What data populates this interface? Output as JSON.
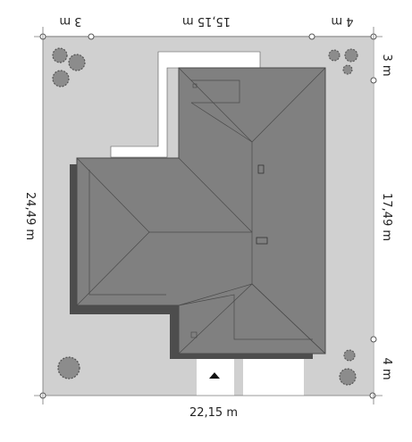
{
  "plan": {
    "dimensions": {
      "top_left_segment": "3 m",
      "top_middle_segment": "15,15 m",
      "top_right_segment": "4 m",
      "bottom_total": "22,15 m",
      "left_total": "24,49 m",
      "right_top_segment": "3 m",
      "right_middle_segment": "17,49 m",
      "right_bottom_segment": "4 m"
    },
    "entrance_marker": "entrance-arrow-icon",
    "trees": [
      "tree-icon",
      "tree-icon",
      "tree-icon",
      "tree-icon",
      "tree-icon",
      "tree-icon",
      "tree-icon",
      "tree-icon",
      "tree-icon"
    ],
    "colors": {
      "plot": "#d0d0d0",
      "roof": "#808080",
      "roof_edge": "#4a4a4a",
      "shadow": "#4d4d4d",
      "paving": "#ffffff",
      "tree": "#8c8c8c"
    }
  }
}
